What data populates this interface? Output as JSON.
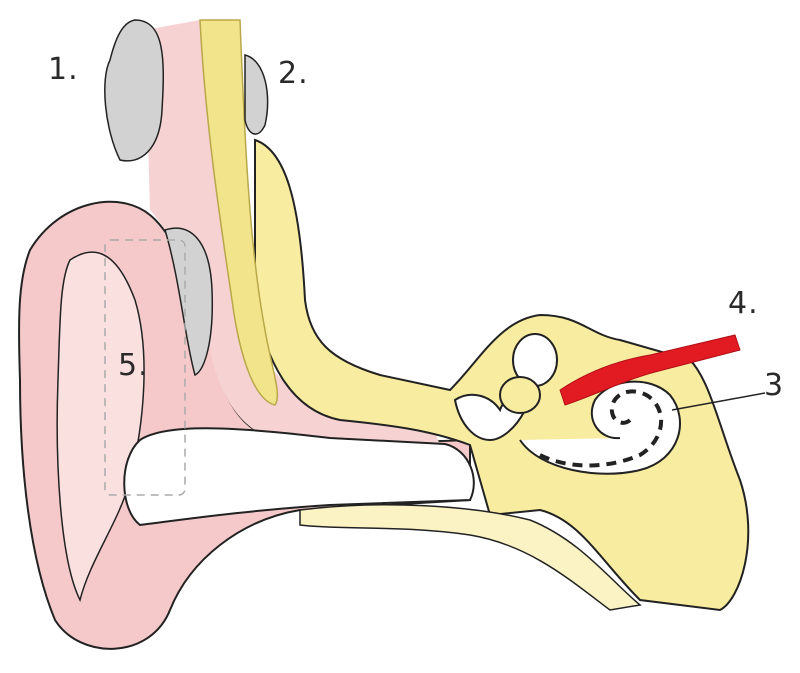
{
  "labels": {
    "one": "1.",
    "two": "2.",
    "three": "3",
    "four": "4.",
    "five": "5."
  },
  "colors": {
    "skin": "#f5c9c9",
    "skin_shade": "#ee9fa3",
    "bone": "#f8eca0",
    "bone_light": "#fbf3c4",
    "nerve": "#f2e48a",
    "cartilage": "#d2d2d2",
    "vessel": "#e21b23",
    "outline": "#222222",
    "white": "#ffffff"
  }
}
